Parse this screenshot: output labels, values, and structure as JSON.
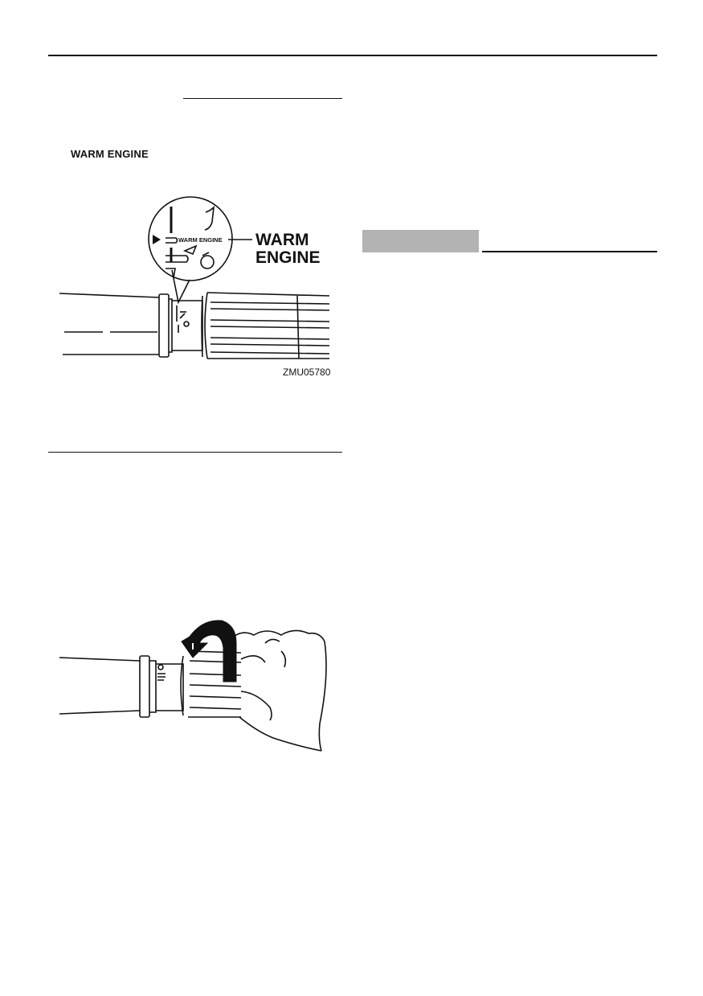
{
  "section": {
    "label": "WARM ENGINE"
  },
  "figure1": {
    "callout_small": "WARM ENGINE",
    "callout_big_line1": "WARM",
    "callout_big_line2": "ENGINE",
    "code": "ZMU05780"
  },
  "colors": {
    "ink": "#111111",
    "gray_box": "#b3b3b3"
  },
  "icons": [
    "arrow-right-icon",
    "rotate-arrow-icon"
  ]
}
